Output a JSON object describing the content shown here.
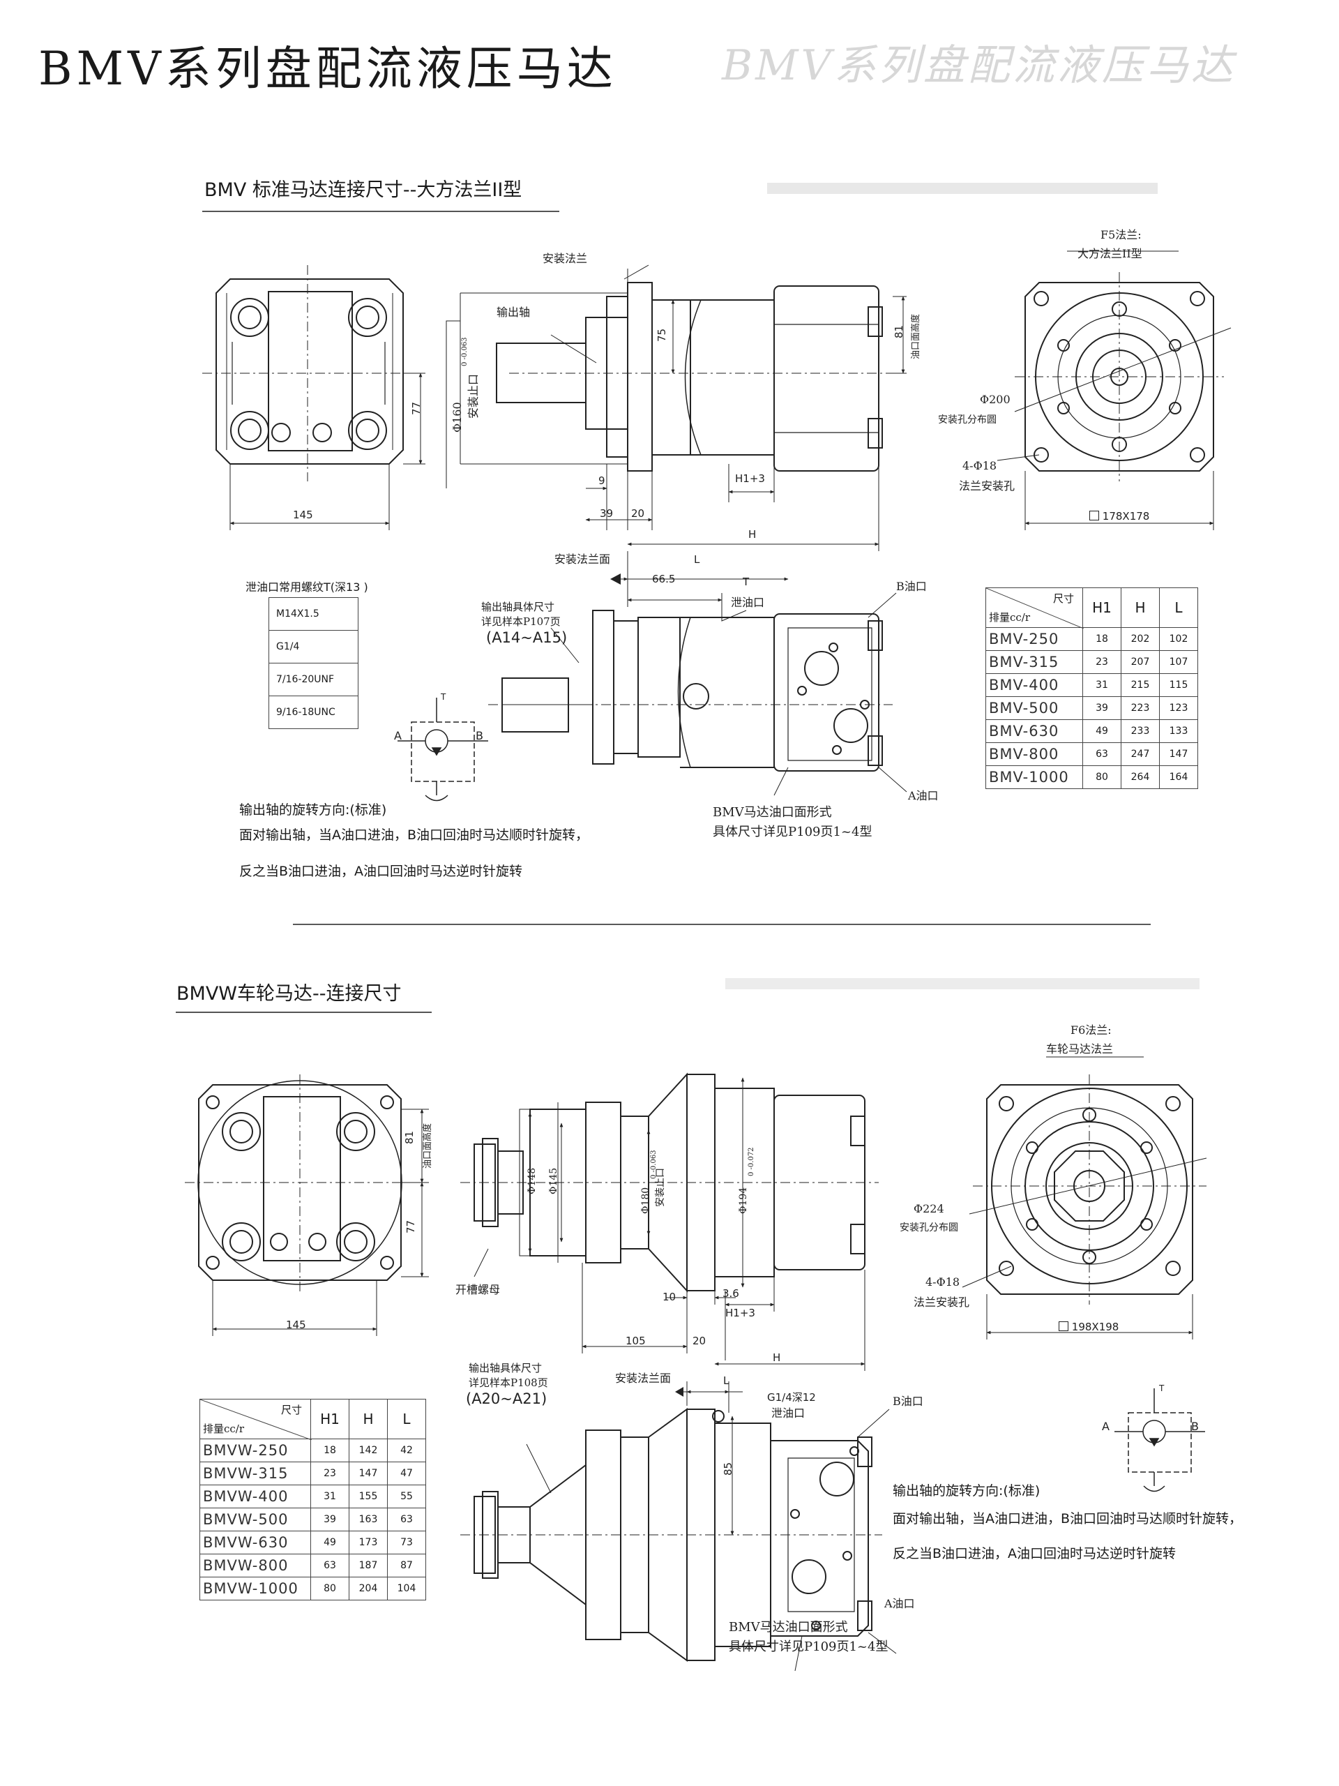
{
  "page": {
    "title": "BMV系列盘配流液压马达",
    "ghost_title": "BMV系列盘配流液压马达"
  },
  "section1": {
    "heading": "BMV 标准马达连接尺寸--大方法兰II型",
    "labels": {
      "mount_flange": "安装法兰",
      "output_shaft": "输出轴",
      "phi160": "Φ160",
      "phi160_tol": "0 -0.063",
      "mount_spigot": "安装止口",
      "d77": "77",
      "d145": "145",
      "d75": "75",
      "d81": "81",
      "port_height": "油口面高度",
      "d9": "9",
      "d39": "39",
      "d20": "20",
      "h1_3": "H1+3",
      "H": "H",
      "flange_title": "F5法兰:",
      "flange_name": "大方法兰II型",
      "phi200": "Φ200",
      "bolt_circle": "安装孔分布圆",
      "holes": "4-Φ18",
      "flange_holes": "法兰安装孔",
      "square": "178X178",
      "mount_face": "安装法兰面",
      "L": "L",
      "d66_5": "66.5",
      "T": "T",
      "drain": "泄油口",
      "port_b": "B油口",
      "port_a": "A油口",
      "shaft_ref_1": "输出轴具体尺寸",
      "shaft_ref_2": "详见样本P107页",
      "shaft_range": "(A14~A15)",
      "port_ref_1": "BMV马达油口面形式",
      "port_ref_2": "具体尺寸详见P109页1~4型"
    },
    "drain_thread_title": "泄油口常用螺纹T(深13 )",
    "drain_threads": [
      "M14X1.5",
      "G1/4",
      "7/16-20UNF",
      "9/16-18UNC"
    ],
    "table_header": {
      "corner_top": "尺寸",
      "corner_bottom": "排量cc/r",
      "h1": "H1",
      "h": "H",
      "l": "L"
    },
    "table_rows": [
      {
        "model": "BMV-250",
        "h1": "18",
        "h": "202",
        "l": "102"
      },
      {
        "model": "BMV-315",
        "h1": "23",
        "h": "207",
        "l": "107"
      },
      {
        "model": "BMV-400",
        "h1": "31",
        "h": "215",
        "l": "115"
      },
      {
        "model": "BMV-500",
        "h1": "39",
        "h": "223",
        "l": "123"
      },
      {
        "model": "BMV-630",
        "h1": "49",
        "h": "233",
        "l": "133"
      },
      {
        "model": "BMV-800",
        "h1": "63",
        "h": "247",
        "l": "147"
      },
      {
        "model": "BMV-1000",
        "h1": "80",
        "h": "264",
        "l": "164"
      }
    ],
    "schematic": {
      "A": "A",
      "B": "B",
      "T": "T"
    },
    "rotation_1": "输出轴的旋转方向:(标准)",
    "rotation_2": "面对输出轴，当A油口进油，B油口回油时马达顺时针旋转，",
    "rotation_3": "反之当B油口进油，A油口回油时马达逆时针旋转"
  },
  "section2": {
    "heading": "BMVW车轮马达--连接尺寸",
    "labels": {
      "d81": "81",
      "port_height": "油口面高度",
      "d77": "77",
      "d145": "145",
      "phi148": "Φ148",
      "phi145": "Φ145",
      "phi180": "Φ180",
      "phi180_tol": "0 -0.063",
      "mount_spigot": "安装止口",
      "phi194": "Φ194",
      "phi194_tol": "0 -0.072",
      "slot_nut": "开槽螺母",
      "d10": "10",
      "d3_6": "3.6",
      "h1_3": "H1+3",
      "d105": "105",
      "d20": "20",
      "H": "H",
      "flange_title": "F6法兰:",
      "flange_name": "车轮马达法兰",
      "phi224": "Φ224",
      "bolt_circle": "安装孔分布圆",
      "holes": "4-Φ18",
      "flange_holes": "法兰安装孔",
      "square": "198X198",
      "shaft_ref_1": "输出轴具体尺寸",
      "shaft_ref_2": "详见样本P108页",
      "shaft_range": "(A20~A21)",
      "mount_face": "安装法兰面",
      "L": "L",
      "g14": "G1/4深12",
      "drain": "泄油口",
      "port_b": "B油口",
      "d85": "85",
      "port_a": "A油口",
      "port_ref_1": "BMV马达油口面形式",
      "port_ref_2": "具体尺寸详见P109页1~4型"
    },
    "table_header": {
      "corner_top": "尺寸",
      "corner_bottom": "排量cc/r",
      "h1": "H1",
      "h": "H",
      "l": "L"
    },
    "table_rows": [
      {
        "model": "BMVW-250",
        "h1": "18",
        "h": "142",
        "l": "42"
      },
      {
        "model": "BMVW-315",
        "h1": "23",
        "h": "147",
        "l": "47"
      },
      {
        "model": "BMVW-400",
        "h1": "31",
        "h": "155",
        "l": "55"
      },
      {
        "model": "BMVW-500",
        "h1": "39",
        "h": "163",
        "l": "63"
      },
      {
        "model": "BMVW-630",
        "h1": "49",
        "h": "173",
        "l": "73"
      },
      {
        "model": "BMVW-800",
        "h1": "63",
        "h": "187",
        "l": "87"
      },
      {
        "model": "BMVW-1000",
        "h1": "80",
        "h": "204",
        "l": "104"
      }
    ],
    "schematic": {
      "A": "A",
      "B": "B",
      "T": "T"
    },
    "rotation_1": "输出轴的旋转方向:(标准)",
    "rotation_2": "面对输出轴，当A油口进油，B油口回油时马达顺时针旋转，",
    "rotation_3": "反之当B油口进油，A油口回油时马达逆时针旋转"
  }
}
